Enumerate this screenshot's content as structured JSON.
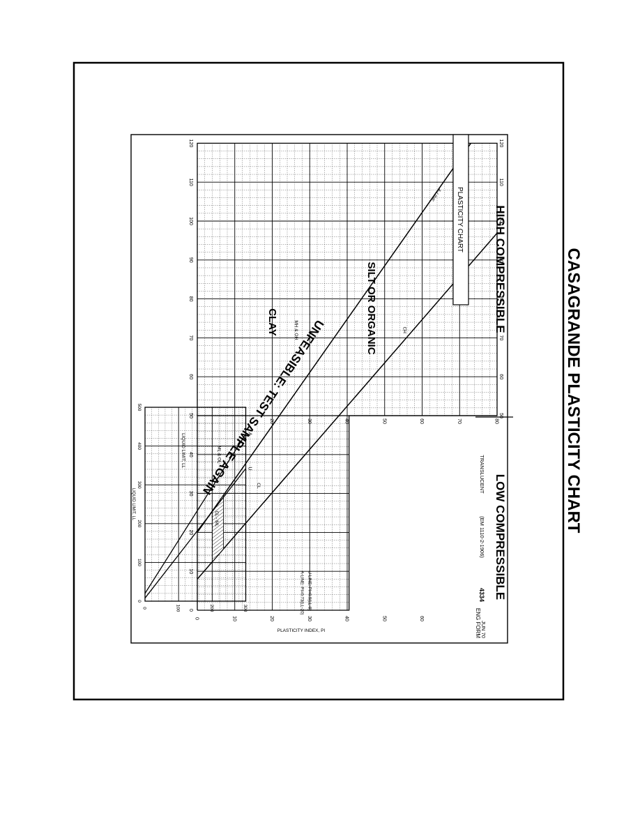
{
  "page": {
    "title": "CASAGRANDE PLASTICITY CHART",
    "low_label": "LOW COMPRESSIBLE",
    "high_label": "HIGH COMPRESSIBLE",
    "form_name": "ENG FORM",
    "form_number": "4334",
    "form_date": "JUN 70",
    "form_ref": "(EM 1110-2-1906)",
    "form_translucent": "TRANSLUCENT",
    "chart_title_box": "PLASTICITY CHART",
    "overlay_unfeasible": "UNFEASIBLE: TEST SAMPLE AGAIN",
    "region_clay": "CLAY",
    "region_silt": "SILT OR ORGANIC"
  },
  "chart_data": [
    {
      "type": "line",
      "name": "main",
      "xlabel": "LIQUID LIMIT, LL",
      "ylabel": "PLASTICITY INDEX, PI",
      "xlim": [
        0,
        120
      ],
      "ylim": [
        0,
        80
      ],
      "x_ticks": [
        0,
        10,
        20,
        30,
        40,
        50,
        60,
        70,
        80,
        90,
        100,
        110,
        120
      ],
      "y_ticks_low": [
        0,
        10,
        20,
        30,
        40,
        50,
        60
      ],
      "y_ticks_high": [
        20,
        30,
        40,
        50,
        60,
        70,
        80
      ],
      "series": [
        {
          "name": "U-LINE",
          "points": [
            [
              8,
              0
            ],
            [
              96.9,
              80
            ]
          ]
        },
        {
          "name": "A-LINE",
          "points": [
            [
              20,
              0
            ],
            [
              129.6,
              80
            ]
          ]
        }
      ],
      "legend_equations": [
        "U-LINE: PI=0.9(LL-8)",
        "A-LINE: PI=0.73(LL-20)"
      ],
      "curve_labels": [
        "U-LINE",
        "A-LINE"
      ],
      "zone_labels": [
        "CH",
        "MH & OH",
        "CL",
        "ML & OL",
        "CL - ML"
      ],
      "hatched_zone": {
        "name": "CL - ML",
        "pi_range": [
          4,
          7
        ]
      },
      "grid": true
    },
    {
      "type": "line",
      "name": "inset",
      "xlabel": "LIQUID LIMIT, LL",
      "ylabel": "",
      "xlim": [
        0,
        500
      ],
      "ylim": [
        0,
        300
      ],
      "x_ticks": [
        0,
        100,
        200,
        300,
        400,
        500
      ],
      "y_ticks": [
        0,
        100,
        200,
        300
      ],
      "series": [
        {
          "name": "U",
          "points": [
            [
              8,
              0
            ],
            [
              342,
              300
            ]
          ]
        },
        {
          "name": "A",
          "points": [
            [
              20,
              0
            ],
            [
              431,
              300
            ]
          ]
        }
      ],
      "curve_labels": [
        "U",
        "A"
      ],
      "grid": true
    }
  ]
}
